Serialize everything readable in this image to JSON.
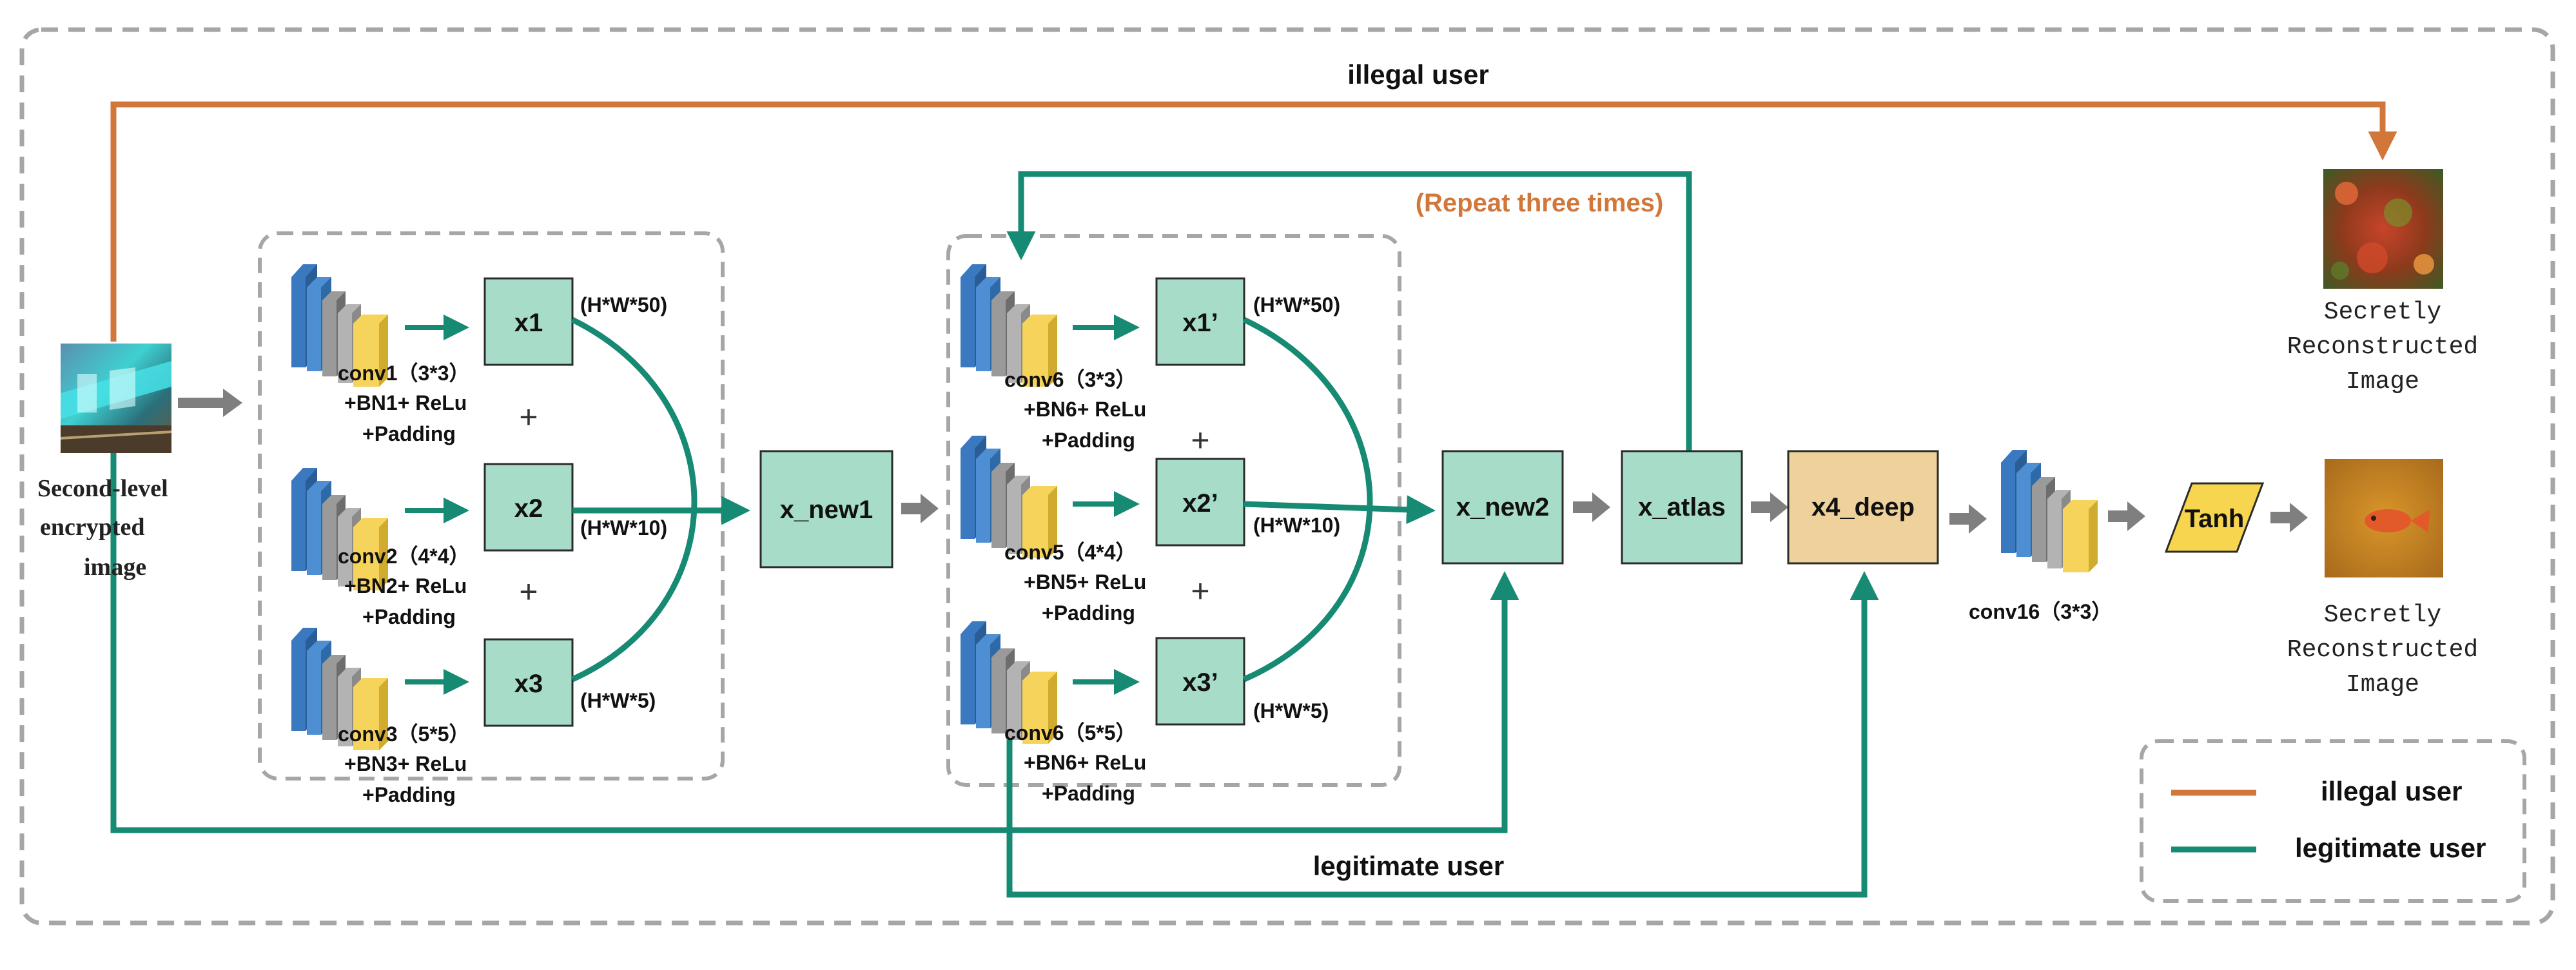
{
  "colors": {
    "illegal": "#d2773a",
    "legitimate": "#168a72",
    "box_fill": "#a7dcc9",
    "deep_fill": "#efd19b",
    "tanh_fill": "#f7d54e",
    "repeat_text": "#d2773a",
    "dashed": "#a6a6a6"
  },
  "labels": {
    "illegal_user_top": "illegal user",
    "legitimate_user_bottom": "legitimate user",
    "repeat": "(Repeat three times)",
    "input_caption": [
      "Second-level",
      "encrypted",
      "image"
    ],
    "output_caption_top": [
      "Secretly",
      "Reconstructed",
      "Image"
    ],
    "output_caption_bottom": [
      "Secretly",
      "Reconstructed",
      "Image"
    ]
  },
  "block1": {
    "branches": [
      {
        "box": "x1",
        "dim": "(H*W*50)",
        "conv": "conv1（3*3）",
        "bn": "+BN1+ ReLu",
        "pad": "+Padding"
      },
      {
        "box": "x2",
        "dim": "(H*W*10)",
        "conv": "conv2（4*4）",
        "bn": "+BN2+ ReLu",
        "pad": "+Padding"
      },
      {
        "box": "x3",
        "dim": "(H*W*5)",
        "conv": "conv3（5*5）",
        "bn": "+BN3+ ReLu",
        "pad": "+Padding"
      }
    ],
    "plus": "+",
    "merge": "x_new1"
  },
  "block2": {
    "branches": [
      {
        "box": "x1’",
        "dim": "(H*W*50)",
        "conv": "conv6（3*3）",
        "bn": "+BN6+ ReLu",
        "pad": "+Padding"
      },
      {
        "box": "x2’",
        "dim": "(H*W*10)",
        "conv": "conv5（4*4）",
        "bn": "+BN5+ ReLu",
        "pad": "+Padding"
      },
      {
        "box": "x3’",
        "dim": "(H*W*5)",
        "conv": "conv6（5*5）",
        "bn": "+BN6+ ReLu",
        "pad": "+Padding"
      }
    ],
    "plus": "+",
    "merge": "x_new2"
  },
  "nodes": {
    "atlas": "x_atlas",
    "deep": "x4_deep",
    "conv16": "conv16（3*3）",
    "tanh": "Tanh"
  },
  "legend": {
    "items": [
      {
        "label": "illegal user",
        "color": "#d2773a"
      },
      {
        "label": "legitimate user",
        "color": "#168a72"
      }
    ]
  }
}
